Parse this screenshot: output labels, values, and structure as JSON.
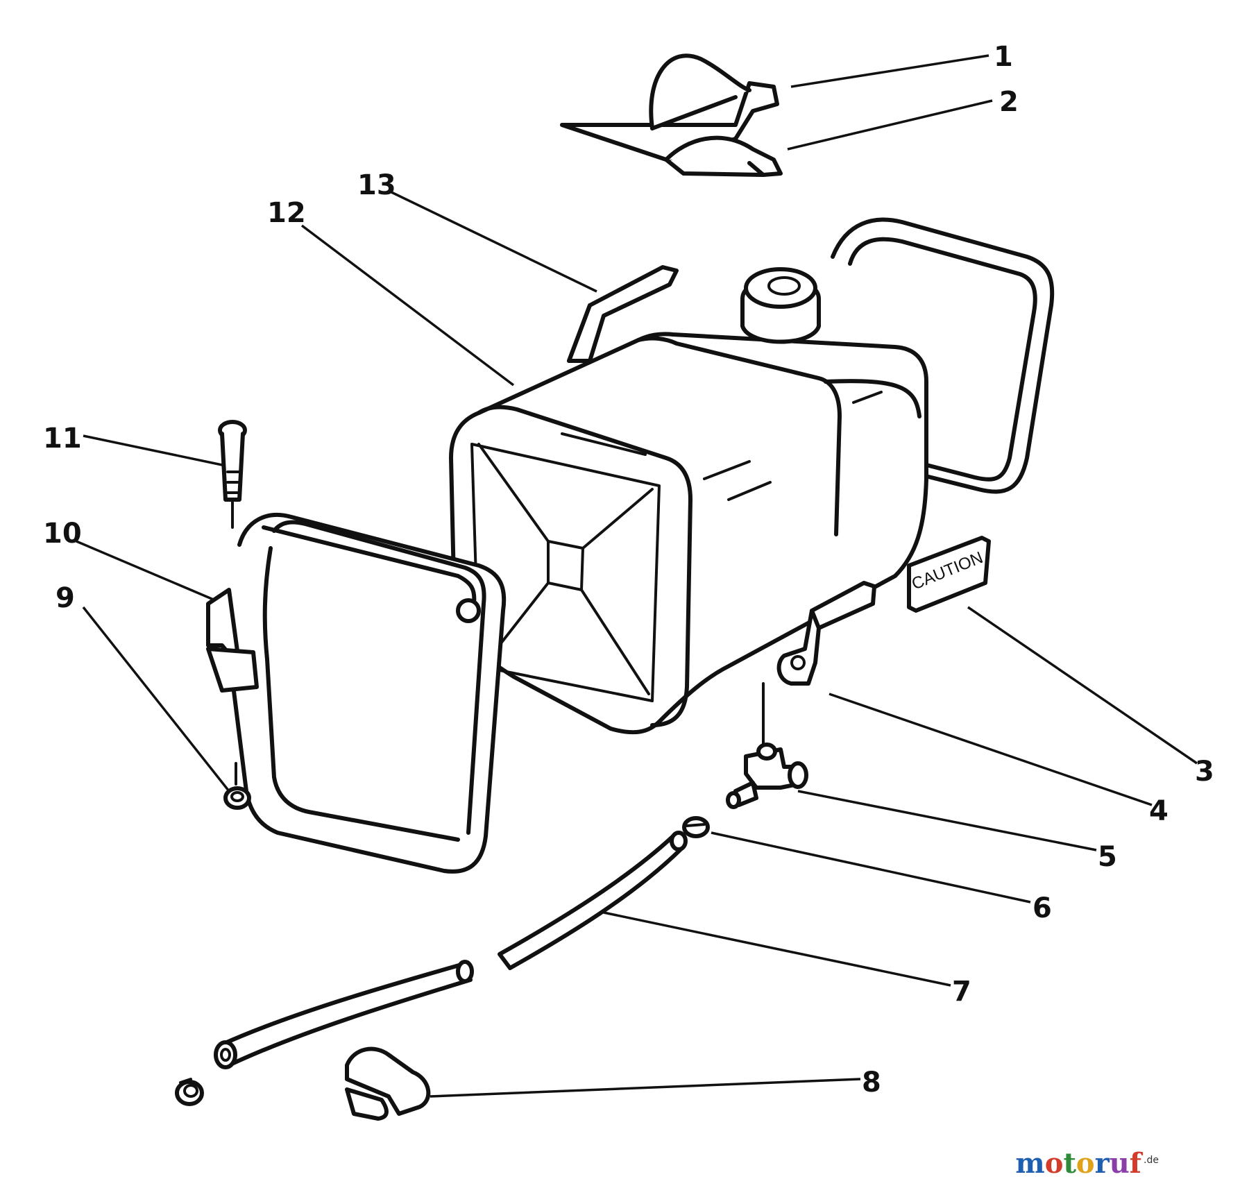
{
  "callouts": {
    "c1": "1",
    "c2": "2",
    "c3": "3",
    "c4": "4",
    "c5": "5",
    "c6": "6",
    "c7": "7",
    "c8": "8",
    "c9": "9",
    "c10": "10",
    "c11": "11",
    "c12": "12",
    "c13": "13"
  },
  "decal_text": "CAUTION",
  "watermark": {
    "letters": [
      "m",
      "o",
      "t",
      "o",
      "r",
      "u",
      "f"
    ],
    "suffix": ".de",
    "colors": [
      "#1f5fb0",
      "#d23c2a",
      "#2e8b3a",
      "#e0a21b",
      "#1f5fb0",
      "#8a3fa8",
      "#d23c2a"
    ]
  }
}
